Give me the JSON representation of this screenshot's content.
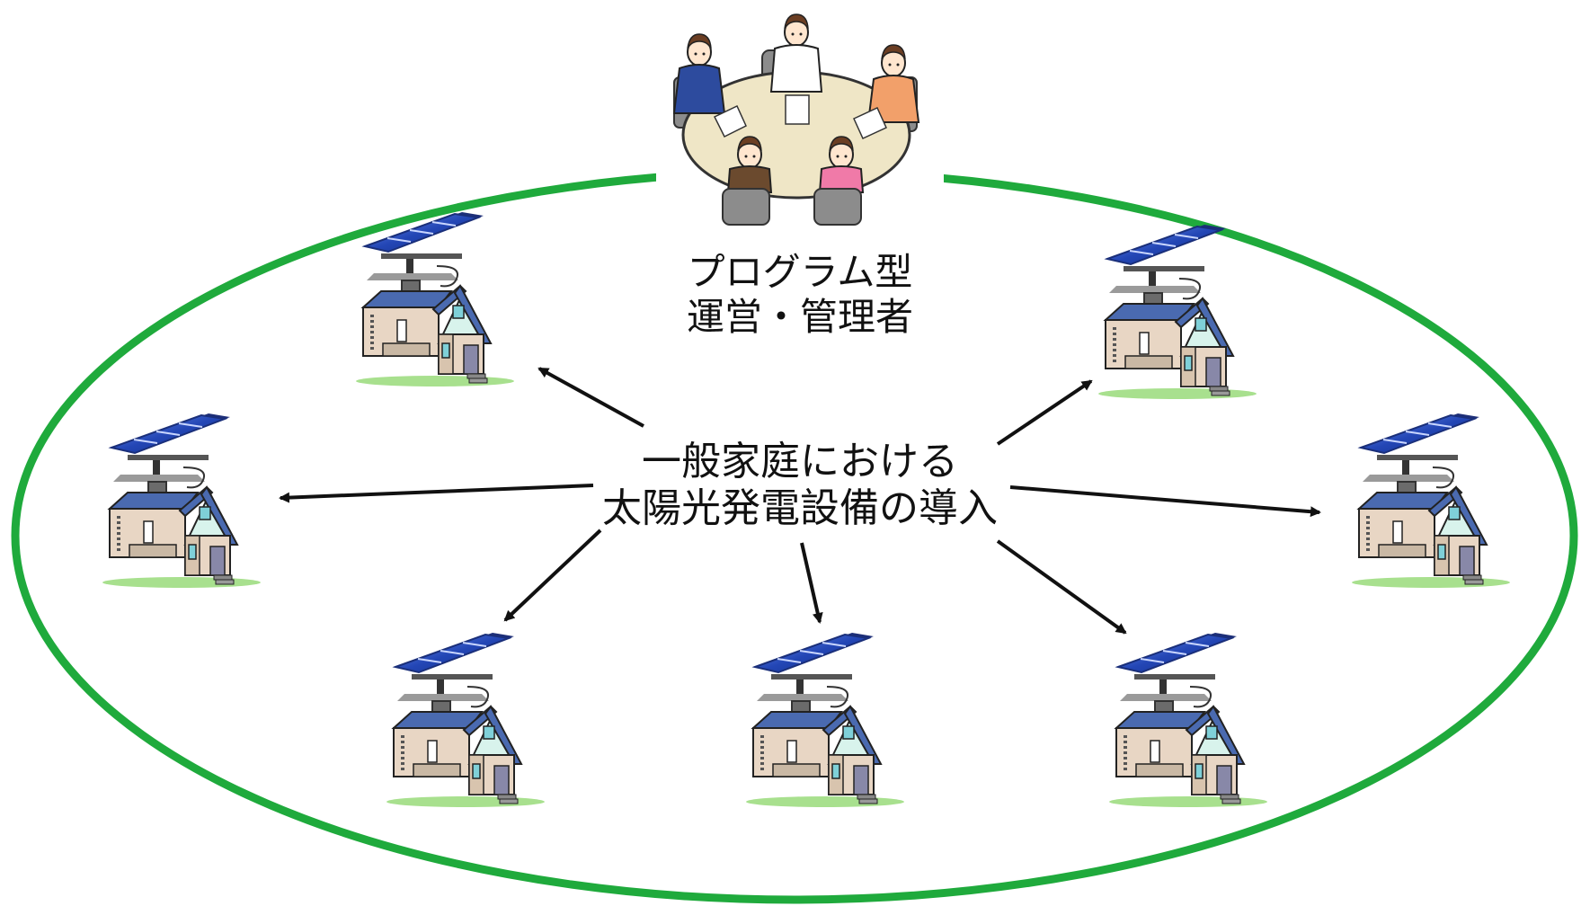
{
  "manager": {
    "line1": "プログラム型",
    "line2": "運営・管理者",
    "icon": "meeting-people-icon"
  },
  "center": {
    "line1": "一般家庭における",
    "line2": "太陽光発電設備の導入"
  },
  "houses": [
    {
      "name": "house-top-left",
      "icon": "solar-house-icon"
    },
    {
      "name": "house-mid-left",
      "icon": "solar-house-icon"
    },
    {
      "name": "house-bottom-left",
      "icon": "solar-house-icon"
    },
    {
      "name": "house-bottom-center",
      "icon": "solar-house-icon"
    },
    {
      "name": "house-bottom-right",
      "icon": "solar-house-icon"
    },
    {
      "name": "house-mid-right",
      "icon": "solar-house-icon"
    },
    {
      "name": "house-top-right",
      "icon": "solar-house-icon"
    }
  ],
  "colors": {
    "ring": "#1faa3c",
    "panel": "#2b4fb8",
    "roof": "#4a6ab0",
    "wall": "#e8d6c4",
    "table": "#efe6c6"
  }
}
